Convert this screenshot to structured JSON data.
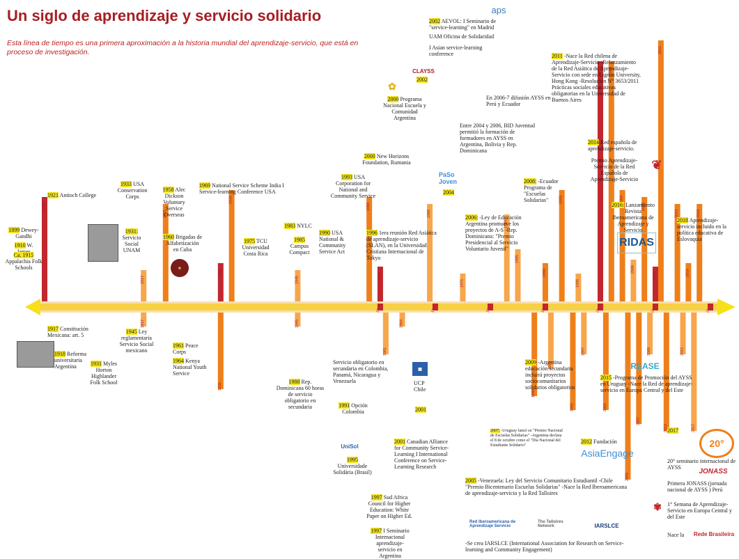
{
  "header": {
    "title": "Un siglo de aprendizaje y servicio solidario",
    "subtitle": "Esta línea de tiempo es una primera aproximación a la historia mundial del aprendizaje-servicio, que está en proceso de investigación."
  },
  "colors": {
    "bar_red": "#c1272d",
    "bar_orange": "#ef7f1a",
    "bar_light": "#f7a64b",
    "arrow": "#f6e01a",
    "title": "#a61e22"
  },
  "decade_labels": [
    "1960",
    "1970",
    "1980",
    "1990",
    "2000",
    "2010",
    "2020"
  ],
  "bars": [
    {
      "year": "1899",
      "dir": "up",
      "len": 150,
      "color": "red"
    },
    {
      "year": "1917",
      "dir": "up",
      "len": 45,
      "color": "light"
    },
    {
      "year": "1917",
      "dir": "down",
      "len": 20,
      "color": "light"
    },
    {
      "year": "1921",
      "dir": "up",
      "len": 140,
      "color": "orange"
    },
    {
      "year": "1931",
      "dir": "up",
      "len": 55,
      "color": "red"
    },
    {
      "year": "1931",
      "dir": "down",
      "len": 110,
      "color": "orange"
    },
    {
      "year": "1933",
      "dir": "up",
      "len": 160,
      "color": "orange"
    },
    {
      "year": "1945",
      "dir": "up",
      "len": 45,
      "color": "light"
    },
    {
      "year": "1945",
      "dir": "down",
      "len": 20,
      "color": "light"
    },
    {
      "year": "1958",
      "dir": "up",
      "len": 150,
      "color": "orange"
    },
    {
      "year": "1960",
      "dir": "up",
      "len": 50,
      "color": "red"
    },
    {
      "year": "1961",
      "dir": "down",
      "len": 60,
      "color": "light"
    },
    {
      "year": "1964",
      "dir": "down",
      "len": 20,
      "color": "light"
    },
    {
      "year": "1969",
      "dir": "up",
      "len": 140,
      "color": "light"
    },
    {
      "year": "1975",
      "dir": "up",
      "len": 40,
      "color": "light"
    },
    {
      "year": "1983",
      "dir": "up",
      "len": 125,
      "color": "light"
    },
    {
      "year": "1985",
      "dir": "up",
      "len": 75,
      "color": "light"
    },
    {
      "year": "1988",
      "dir": "down",
      "len": 120,
      "color": "orange"
    },
    {
      "year": "1990",
      "dir": "up",
      "len": 55,
      "color": "orange"
    },
    {
      "year": "1991",
      "dir": "down",
      "len": 80,
      "color": "light"
    },
    {
      "year": "1993",
      "dir": "up",
      "len": 160,
      "color": "orange"
    },
    {
      "year": "1995",
      "dir": "down",
      "len": 140,
      "color": "orange"
    },
    {
      "year": "1996",
      "dir": "up",
      "len": 40,
      "color": "light"
    },
    {
      "year": "1997",
      "dir": "down",
      "len": 60,
      "color": "light"
    },
    {
      "year": "2000",
      "dir": "up",
      "len": 345,
      "color": "red"
    },
    {
      "year": "2001",
      "dir": "down",
      "len": 140,
      "color": "orange"
    },
    {
      "year": "2002",
      "dir": "up",
      "len": 345,
      "color": "orange"
    },
    {
      "year": "2004",
      "dir": "up",
      "len": 160,
      "color": "orange"
    },
    {
      "year": "2005",
      "dir": "down",
      "len": 240,
      "color": "orange"
    },
    {
      "year": "2006",
      "dir": "up",
      "len": 60,
      "color": "light"
    },
    {
      "year": "2007",
      "dir": "down",
      "len": 160,
      "color": "orange"
    },
    {
      "year": "2008",
      "dir": "up",
      "len": 150,
      "color": "orange"
    },
    {
      "year": "2009",
      "dir": "down",
      "len": 60,
      "color": "light"
    },
    {
      "year": "2010",
      "dir": "up",
      "len": 50,
      "color": "red"
    },
    {
      "year": "2011",
      "dir": "up",
      "len": 375,
      "color": "orange"
    },
    {
      "year": "2012",
      "dir": "down",
      "len": 170,
      "color": "orange"
    },
    {
      "year": "2014",
      "dir": "up",
      "len": 140,
      "color": "orange"
    },
    {
      "year": "2015",
      "dir": "down",
      "len": 60,
      "color": "light"
    },
    {
      "year": "2016",
      "dir": "up",
      "len": 55,
      "color": "orange"
    },
    {
      "year": "2017",
      "dir": "down",
      "len": 170,
      "color": "light"
    },
    {
      "year": "2018",
      "dir": "up",
      "len": 140,
      "color": "orange"
    }
  ],
  "annotations": {
    "a1899": {
      "yr": "1899",
      "text": "Dewey-Gandhi"
    },
    "a1910": {
      "yr": "1910",
      "text": "W. James"
    },
    "a1915": {
      "yr": "Ca. 1915",
      "text": "Appalachia Folk Schools"
    },
    "a1921": {
      "yr": "1921",
      "text": "Antioch College"
    },
    "a1933": {
      "yr": "1933",
      "text": "USA Conservation Corps"
    },
    "a1931s": {
      "yr": "1931:",
      "text": "Servicio Social UNAM"
    },
    "a1958": {
      "yr": "1958",
      "text": "Alec Dickson Voluntary Service Overseas"
    },
    "a1960": {
      "yr": "1960",
      "text": "Brigadas de Alfabetización en Cuba"
    },
    "a1969": {
      "yr": "1969",
      "text": "National Service Scheme India I Service-learning Conference USA"
    },
    "a1975": {
      "yr": "1975",
      "text": "TCU Universidad Costa Rica"
    },
    "a1983": {
      "yr": "1983",
      "text": "NYLC"
    },
    "a1985": {
      "yr": "1985",
      "text": "Campus Compact"
    },
    "a1990": {
      "yr": "1990",
      "text": "USA National & Community Service Act"
    },
    "a1993": {
      "yr": "1993",
      "text": "USA Corporation for National and Community Service"
    },
    "a1996": {
      "yr": "1996",
      "text": "1era reunión Red Asiática de aprendizaje-servicio (SLAN), en la Universidad Cristiana Internacional de Tokyo"
    },
    "a2000nh": {
      "yr": "2000",
      "text": "New Horizons Foundation, Rumania"
    },
    "a2000pn": {
      "yr": "2000",
      "text": "Programa Nacional Escuela y Comunidad Argentina"
    },
    "clayss": {
      "text": "CLAYSS"
    },
    "a2002clayss": {
      "yr": "2002"
    },
    "a2002": {
      "yr": "2002",
      "text": "AEVOL: I Seminario de \"service-learning\" en Madrid"
    },
    "a2002b": {
      "text": "UAM Oficina de Solidaridad"
    },
    "a2002c": {
      "text": "I Asian service-learning conference"
    },
    "aps": {
      "text": "aps"
    },
    "a2004": {
      "yr": "2004"
    },
    "pasojoven": {
      "text": "PaSo Joven"
    },
    "a2004b": {
      "text": "Entre 2004 y 2006, BID Juventud permitió la formación de formadores en AYSS en Argentina, Bolivia y Rep. Dominicana"
    },
    "a2006a": {
      "text": "En 2006-7 difusión AYSS en Perú y Ecuador"
    },
    "a2006": {
      "yr": "2006:",
      "text": "-Ley de Educación Argentina promueve los proyectos de A-S -Rep. Dominicana: \"Premio Presidencial al Servicio Voluntario Juvenil\""
    },
    "a2008": {
      "yr": "2008:",
      "text": "-Ecuador Programa de \"Escuelas Solidarias\""
    },
    "a2011": {
      "yr": "2011",
      "text": "-Nace la Red chilena de Aprendizaje-Servicio -Relanzamiento de la Red Asiática de Aprendizaje-Servicio con sede en Lignan University, Hong Kong -Resolución N° 3653/2011 Prácticas sociales educativas obligatorias en la Universidad de Buenos Aires"
    },
    "a2014": {
      "yr": "2014",
      "text": "Red española de aprendizaje-servicio."
    },
    "a2014b": {
      "text": "Premio Aprendizaje-Servicio de la Red Española de Aprendizaje-Servicio"
    },
    "a2016": {
      "yr": "2016:",
      "text": "Lanzamiento Revista Iberoamericana de Aprendizaje y Servicio"
    },
    "ridas": {
      "text": "RIDAS"
    },
    "a2018": {
      "yr": "2018",
      "text": "Aprendizaje-servicio incluido en la política educativa de Eslovaquia"
    },
    "a1917": {
      "yr": "1917",
      "text": "Constitución Mexicana: art. 5"
    },
    "a1918": {
      "yr": "1918",
      "text": "Reforma universitaria Argentina"
    },
    "a1931": {
      "yr": "1931",
      "text": "Myles Horton Highlander Folk School"
    },
    "a1945": {
      "yr": "1945",
      "text": "Ley reglamentaria Servicio Social mexicano"
    },
    "a1961": {
      "yr": "1961",
      "text": "Peace Corps"
    },
    "a1964": {
      "yr": "1964",
      "text": "Kenya National Youth Service"
    },
    "a1988": {
      "yr": "1988",
      "text": "Rep. Dominicana 60 horas de servicio obligatorio en secundaria"
    },
    "a1991b": {
      "text": "Servicio obligatorio en secundaria en Colombia, Panamá, Nicaragua y Venezuela"
    },
    "a1991": {
      "yr": "1991",
      "text": "Opción Colombia"
    },
    "unisol": {
      "text": "UniSol"
    },
    "a1995": {
      "yr": "1995",
      "text": "Universidade Solidária (Brasil)"
    },
    "ucp": {
      "text": "UCP Chile"
    },
    "a2001u": {
      "yr": "2001"
    },
    "a2001": {
      "yr": "2001",
      "text": "Canadian Alliance for Community Service-Learning I International Conference on Service-Learning Research"
    },
    "a1997": {
      "yr": "1997",
      "text": "Sud Africa Council for Higher Education: White Paper on Higher Ed."
    },
    "a1997b": {
      "yr": "1997",
      "text": "I Seminario Internacional aprendizaje-servicio en Argentina"
    },
    "a2009": {
      "yr": "2009",
      "text": "-Argentina educación secundaria incluirá proyectos sociocomunitarios solidarios obligatorios"
    },
    "a2007": {
      "yr": "2007:",
      "text": "-Uruguay lanzó su \"Premio Nacional de Escuelas Solidarias\" -Argentina declara el 8 de octubre como el \"Día Nacional del Estudiante Solidario\""
    },
    "a2012": {
      "yr": "2012",
      "text": "Fundación"
    },
    "asiaengage": {
      "text": "AsiaEngage"
    },
    "rease": {
      "text": "REASE"
    },
    "a2015": {
      "yr": "2015",
      "text": "-Programa de Promoción del AYSS en Uruguay -Nace la Red de aprendizaje-servicio en Europa Central y del Este"
    },
    "a2017": {
      "yr": "2017"
    },
    "a2017b": {
      "text": "20° seminario internacional de AYSS"
    },
    "jonass": {
      "text": "JONASS"
    },
    "a2017c": {
      "text": "Primera JONASS (jornada nacional de AYSS ) Perú"
    },
    "a2017d": {
      "text": "1° Semana de Aprendizaje-Servicio en Europa Central y del Este"
    },
    "a2017e": {
      "text": "Nace la"
    },
    "redebr": {
      "text": "Rede Brasileira"
    },
    "a2005": {
      "yr": "2005",
      "text": "-Venezuela: Ley del Servicio Comunitario Estudiantil -Chile \"Premio Bicentenario Escuelas Solidarias\" -Nace la Red Iberoamericana de aprendizaje-servicio y la Red Talloires"
    },
    "a2005b": {
      "text": "-Se crea IARSLCE (International Association for Research on Service-learning and Community Engagement)"
    },
    "redibero": {
      "text": "Red Iberoamericana de Aprendizaje Servicio"
    },
    "talloires": {
      "text": "The Talloires Network"
    },
    "iarslce": {
      "text": "IARSLCE"
    }
  }
}
